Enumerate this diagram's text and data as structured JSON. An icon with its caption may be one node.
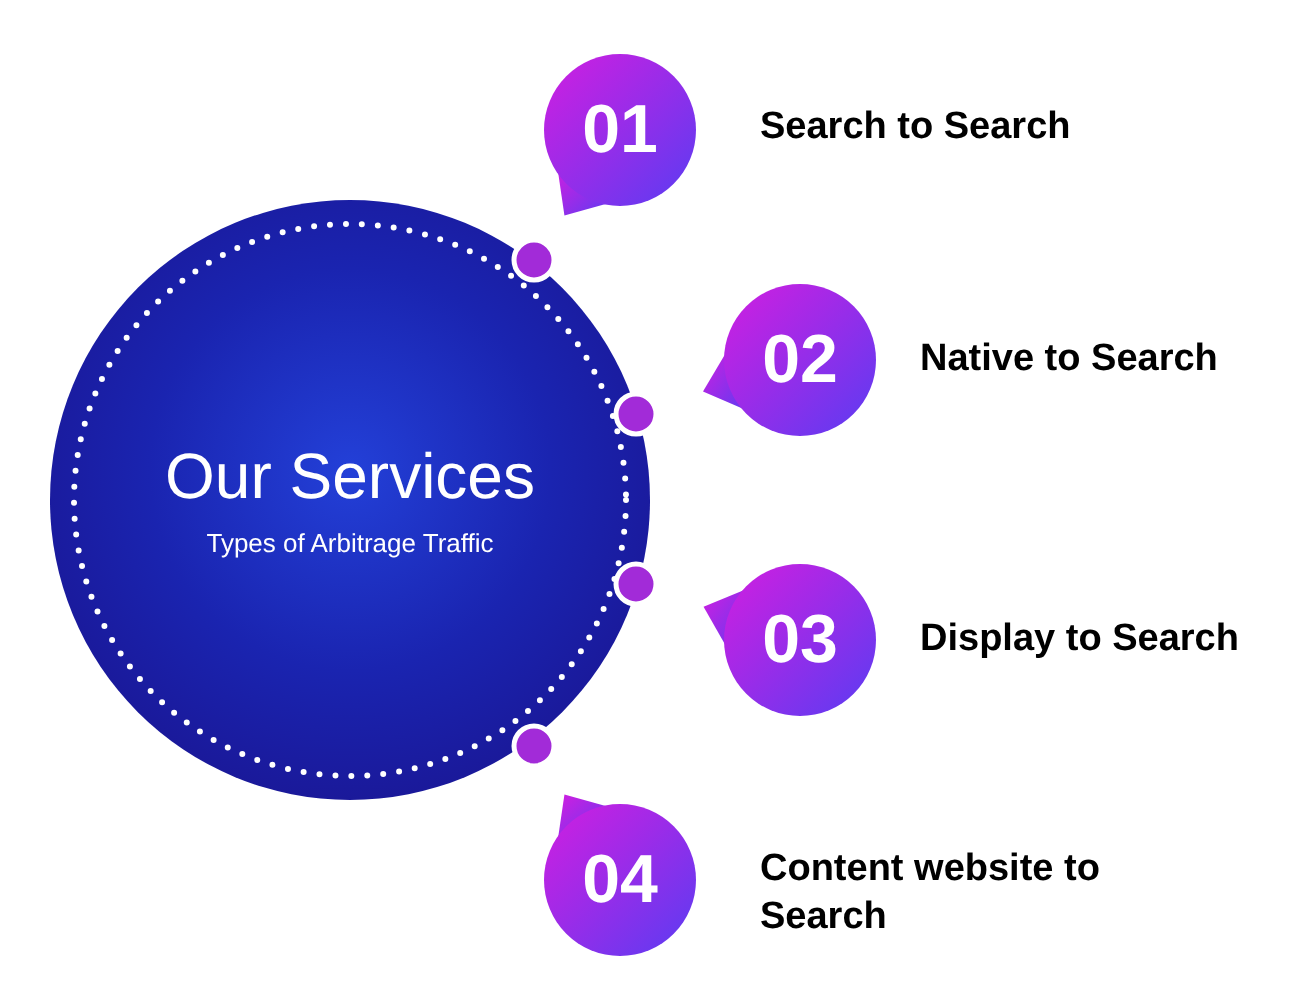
{
  "diagram": {
    "nodes": [
      {
        "text": [
          "Our Services",
          "Types of Arbitrage Traffic"
        ]
      },
      {
        "text": [
          "01"
        ],
        "beside": [
          "Search to Search"
        ]
      },
      {
        "text": [
          "02"
        ],
        "beside": [
          "Native to Search"
        ]
      },
      {
        "text": [
          "03"
        ],
        "beside": [
          "Display to Search"
        ]
      },
      {
        "text": [
          "04"
        ],
        "beside": [
          "Content website to Search"
        ]
      }
    ]
  }
}
